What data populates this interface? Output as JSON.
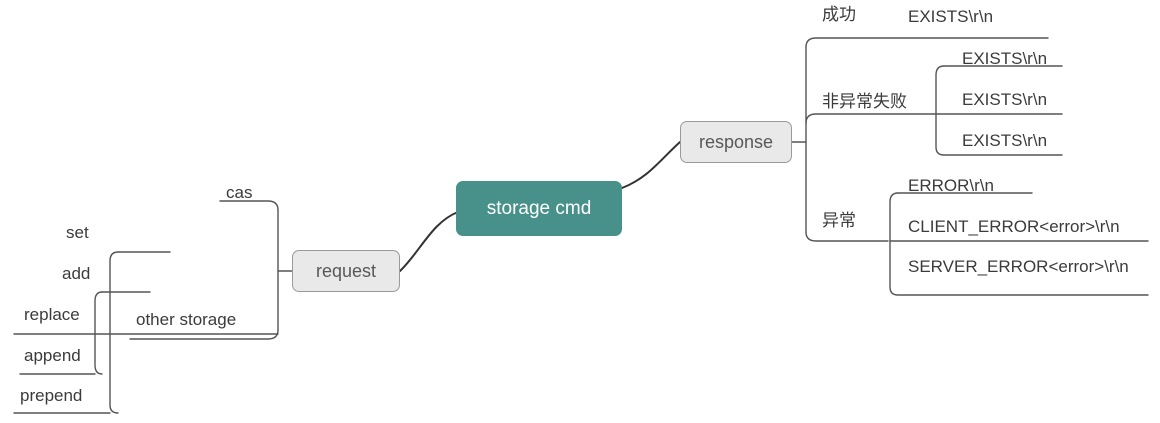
{
  "diagram": {
    "title": "storage cmd",
    "type": "mindmap",
    "colors": {
      "root_fill": "#47918a",
      "root_text": "#ffffff",
      "branch_fill": "#e9e9e9",
      "branch_border": "#9a9a9a",
      "branch_text": "#585858",
      "leaf_text": "#3b3b3b",
      "edge": "#555555",
      "background": "#ffffff"
    }
  },
  "root": {
    "label": "storage cmd"
  },
  "branches": {
    "request": {
      "label": "request",
      "children": [
        {
          "label": "cas"
        },
        {
          "label": "other storage",
          "children": [
            {
              "label": "set"
            },
            {
              "label": "add"
            },
            {
              "label": "replace"
            },
            {
              "label": "append"
            },
            {
              "label": "prepend"
            }
          ]
        }
      ]
    },
    "response": {
      "label": "response",
      "children": [
        {
          "label": "成功",
          "children": [
            {
              "label": "EXISTS\\r\\n"
            }
          ]
        },
        {
          "label": "非异常失败",
          "children": [
            {
              "label": "EXISTS\\r\\n"
            },
            {
              "label": "EXISTS\\r\\n"
            },
            {
              "label": "EXISTS\\r\\n"
            }
          ]
        },
        {
          "label": "异常",
          "children": [
            {
              "label": "ERROR\\r\\n"
            },
            {
              "label": "CLIENT_ERROR<error>\\r\\n"
            },
            {
              "label": "SERVER_ERROR<error>\\r\\n"
            }
          ]
        }
      ]
    }
  }
}
